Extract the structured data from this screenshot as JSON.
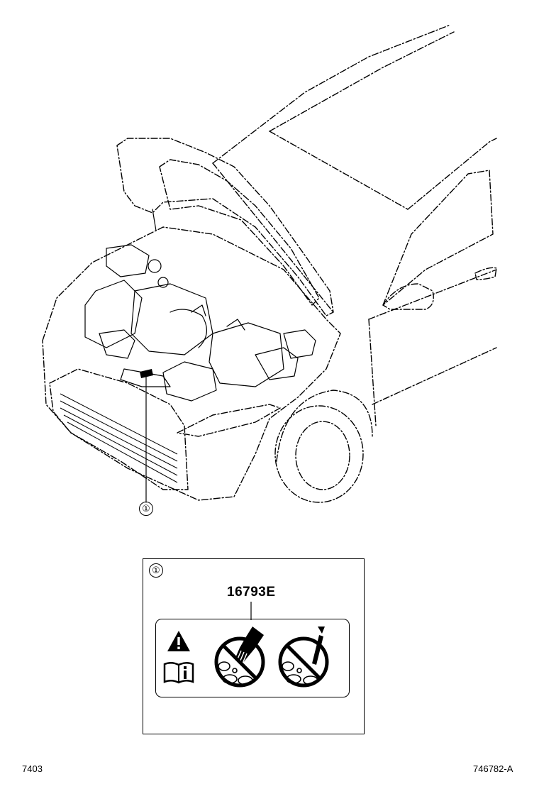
{
  "diagram": {
    "callout_main": "①",
    "detail": {
      "callout": "①",
      "part_number": "16793E",
      "label_icons": [
        "warning-triangle-icon",
        "manual-info-icon",
        "no-hand-fan-icon",
        "no-tool-fan-icon"
      ]
    }
  },
  "footer": {
    "left_code": "7403",
    "right_code": "746782-A"
  }
}
